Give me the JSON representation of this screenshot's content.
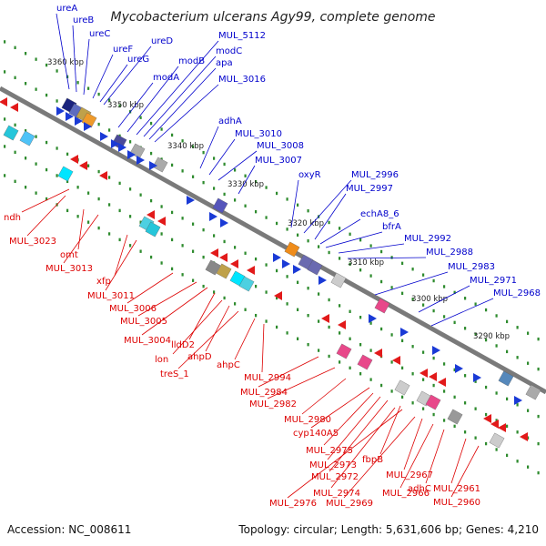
{
  "title": "Mycobacterium ulcerans Agy99, complete genome",
  "footer": {
    "accession": "Accession: NC_008611",
    "summary": "Topology: circular; Length: 5,631,606 bp; Genes: 4,210"
  },
  "colors": {
    "backbone": "#7a7a7a",
    "tick_dots": "#2e8b2e",
    "forward_label": "#0000cc",
    "reverse_label": "#dd0000"
  },
  "ticks": [
    "3360 kbp",
    "3350 kbp",
    "3340 kbp",
    "3330 kbp",
    "3320 kbp",
    "3310 kbp",
    "3300 kbp",
    "3290 kbp"
  ],
  "forward_genes": [
    "ureA",
    "ureB",
    "ureC",
    "ureF",
    "ureG",
    "ureD",
    "modA",
    "modB",
    "MUL_5112",
    "modC",
    "apa",
    "MUL_3016",
    "adhA",
    "MUL_3010",
    "MUL_3008",
    "MUL_3007",
    "oxyR",
    "MUL_2996",
    "MUL_2997",
    "echA8_6",
    "bfrA",
    "MUL_2992",
    "MUL_2988",
    "MUL_2983",
    "MUL_2971",
    "MUL_2968"
  ],
  "reverse_genes": [
    "ndh",
    "MUL_3023",
    "omt",
    "MUL_3013",
    "xfp",
    "MUL_3011",
    "MUL_3006",
    "MUL_3005",
    "MUL_3004",
    "lldD2",
    "lon",
    "ahpD",
    "treS_1",
    "ahpC",
    "MUL_2994",
    "MUL_2984",
    "MUL_2982",
    "MUL_2980",
    "cyp140A5",
    "MUL_2975",
    "MUL_2973",
    "MUL_2972",
    "fbpB",
    "MUL_2974",
    "MUL_2976",
    "MUL_2969",
    "MUL_2967",
    "MUL_2966",
    "adhC",
    "MUL_2961",
    "MUL_2960"
  ]
}
